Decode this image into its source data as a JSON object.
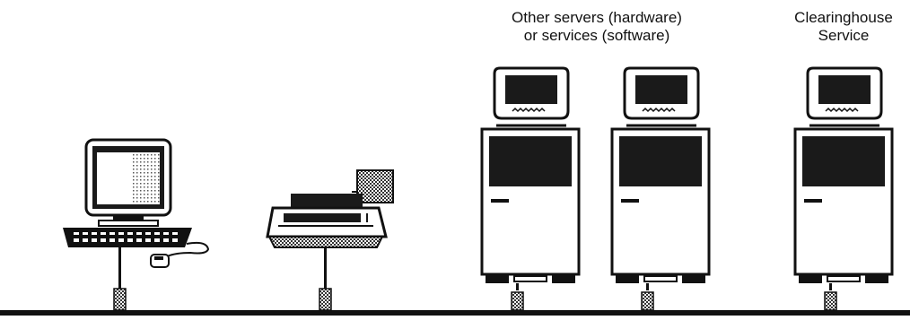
{
  "labels": {
    "other_servers": {
      "line1": "Other servers (hardware)",
      "line2": "or services (software)"
    },
    "clearinghouse": {
      "line1": "Clearinghouse",
      "line2": "Service"
    }
  },
  "devices": [
    {
      "kind": "workstation-icon"
    },
    {
      "kind": "printer-icon"
    },
    {
      "kind": "server-icon"
    },
    {
      "kind": "server-icon"
    },
    {
      "kind": "clearinghouse-server-icon"
    }
  ],
  "colors": {
    "ink": "#111111",
    "screen": "#1a1a1a",
    "paper": "#ffffff"
  }
}
